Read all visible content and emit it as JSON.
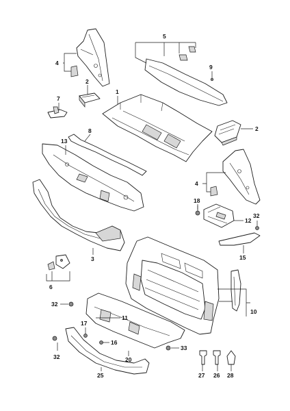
{
  "diagram_type": "exploded parts diagram",
  "callouts": {
    "c1": "1",
    "c2a": "2",
    "c2b": "2",
    "c3": "3",
    "c4a": "4",
    "c4b": "4",
    "c5": "5",
    "c6": "6",
    "c7": "7",
    "c8": "8",
    "c9": "9",
    "c10": "10",
    "c11": "11",
    "c12": "12",
    "c13": "13",
    "c15": "15",
    "c16": "16",
    "c17": "17",
    "c18": "18",
    "c20": "20",
    "c25": "25",
    "c26": "26",
    "c27": "27",
    "c28": "28",
    "c32a": "32",
    "c32b": "32",
    "c32c": "32",
    "c33": "33"
  }
}
